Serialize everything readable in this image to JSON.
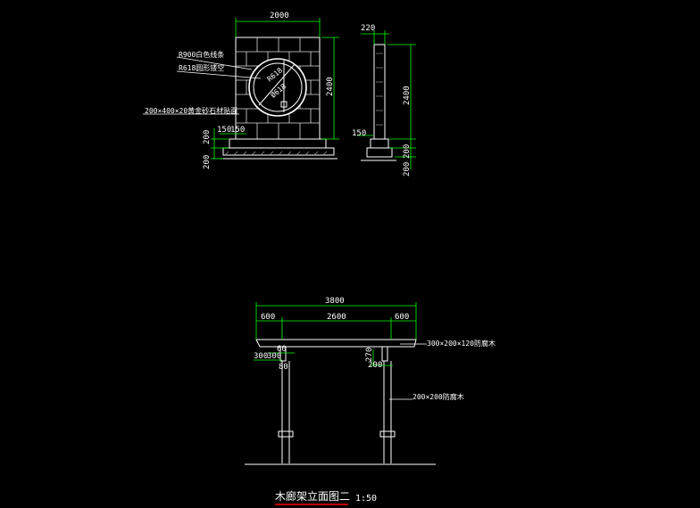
{
  "colors": {
    "background": "#000000",
    "line": "#ffffff",
    "dimension": "#00ff00",
    "title_underline": "#ff0000"
  },
  "wall_elevation": {
    "width_label": "2000",
    "height_label": "2400",
    "base_label_1": "200",
    "base_label_2": "200",
    "small_label_1": "150",
    "small_label_2": "150",
    "note_ring": "R900白色线条",
    "note_hole": "R618圆形镂空",
    "note_stone": "200×400×20黄金砂石材贴面",
    "radius_label_1": "R618",
    "radius_label_2": "Ø618"
  },
  "wall_section": {
    "top_label": "220",
    "height_label": "2400",
    "base_label": "150",
    "base_label_1": "200",
    "base_label_2": "200"
  },
  "pergola": {
    "total_label": "3800",
    "left_label": "600",
    "mid_label": "2600",
    "right_label": "600",
    "small_60": "60",
    "small_300_a": "300",
    "small_300_b": "300",
    "small_80": "80",
    "small_270": "270",
    "small_200": "200",
    "note_beam": "300×200×120防腐木",
    "note_post": "200×200防腐木"
  },
  "title": {
    "main": "木廊架立面图二",
    "scale": "1:50"
  }
}
